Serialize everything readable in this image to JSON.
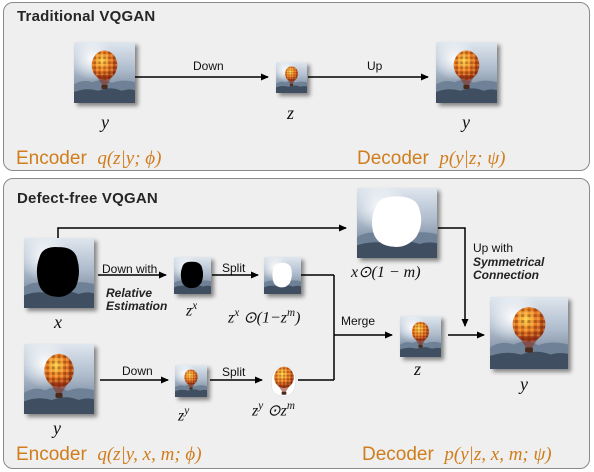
{
  "top_panel": {
    "title": "Traditional VQGAN",
    "label_y_in": "y",
    "label_z": "z",
    "label_y_out": "y",
    "arrow_down": "Down",
    "arrow_up": "Up",
    "encoder_word": "Encoder",
    "encoder_formula": "q(z|y; ϕ)",
    "decoder_word": "Decoder",
    "decoder_formula": "p(y|z; ψ)"
  },
  "bottom_panel": {
    "title": "Defect-free VQGAN",
    "label_x": "x",
    "label_y_in": "y",
    "down_with": "Down with",
    "relative_estimation_1": "Relative",
    "relative_estimation_2": "Estimation",
    "label_zx": "z^x",
    "split_top": "Split",
    "label_zx_odot": "z^x ⊙(1−z^m)",
    "label_x_odot": "x⊙(1 − m)",
    "up_with": "Up with",
    "symmetrical_1": "Symmetrical",
    "symmetrical_2": "Connection",
    "merge": "Merge",
    "label_z": "z",
    "label_y_out": "y",
    "down": "Down",
    "label_zy": "z^y",
    "split_bottom": "Split",
    "label_zy_odot": "z^y ⊙z^m",
    "encoder_word": "Encoder",
    "encoder_formula": "q(z|y, x, m; ϕ)",
    "decoder_word": "Decoder",
    "decoder_formula": "p(y|z, x, m; ψ)"
  },
  "colors": {
    "accent_orange": "#d07d1c",
    "panel_bg": "#efefef",
    "panel_border": "#8a8a8a"
  }
}
